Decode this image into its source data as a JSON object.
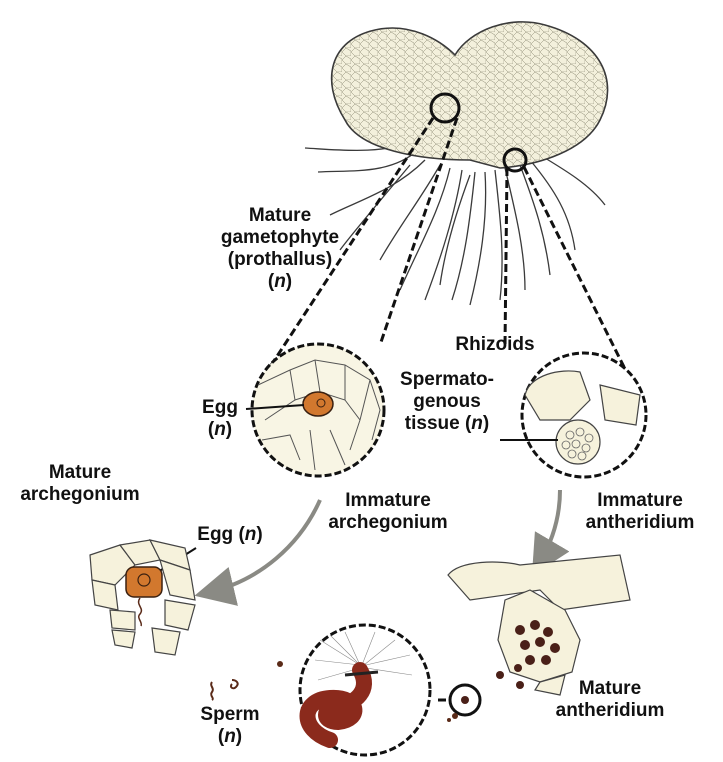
{
  "labels": {
    "gametophyte": {
      "line1": "Mature",
      "line2": "gametophyte",
      "line3": "(prothallus)",
      "ploidy_open": "(",
      "ploidy": "n",
      "ploidy_close": ")"
    },
    "rhizoids": "Rhizoids",
    "egg_immature": {
      "line1": "Egg",
      "ploidy_open": "(",
      "ploidy": "n",
      "ploidy_close": ")"
    },
    "spermatogenous": {
      "line1": "Spermato-",
      "line2": "genous",
      "line3_text": "tissue (",
      "ploidy": "n",
      "ploidy_close": ")"
    },
    "immature_archegonium": {
      "line1": "Immature",
      "line2": "archegonium"
    },
    "immature_antheridium": {
      "line1": "Immature",
      "line2": "antheridium"
    },
    "mature_archegonium": {
      "line1": "Mature",
      "line2": "archegonium"
    },
    "egg_mature": {
      "text": "Egg (",
      "ploidy": "n",
      "ploidy_close": ")"
    },
    "sperm": {
      "line1": "Sperm",
      "ploidy_open": "(",
      "ploidy": "n",
      "ploidy_close": ")"
    },
    "mature_antheridium": {
      "line1": "Mature",
      "line2": "antheridium"
    }
  },
  "colors": {
    "gametophyte_fill": "#f3f0dc",
    "cell_fill": "#f6f2dc",
    "outline": "#2a2a2a",
    "egg": "#d2782e",
    "sperm": "#8b2a1c",
    "sperm_dot": "#4a2018",
    "arrow": "#8a8a84",
    "text": "#111111"
  }
}
